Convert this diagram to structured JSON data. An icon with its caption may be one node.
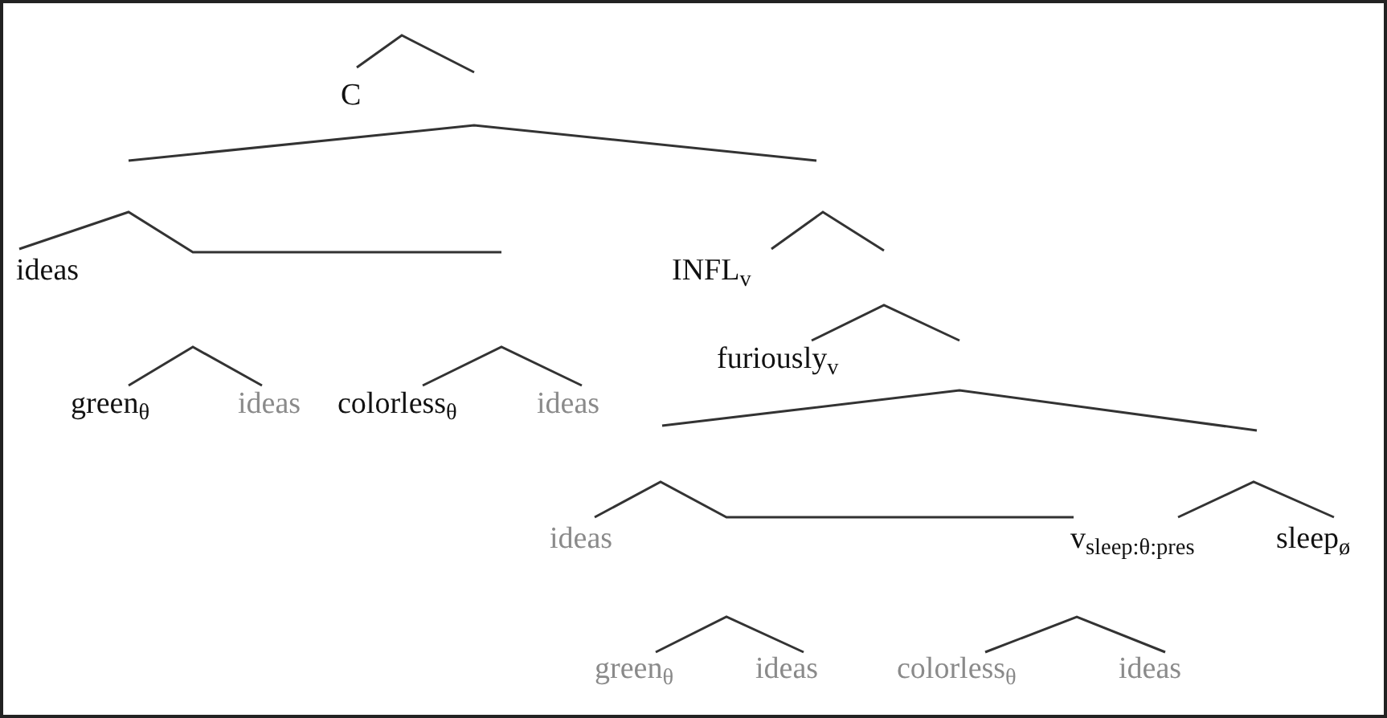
{
  "diagram": {
    "labels": [
      "C",
      "ideas",
      "INFL$_{v}$",
      "furiously$_{v}$",
      "green$_{θ}$",
      "ideas",
      "colorless$_{θ}$",
      "ideas",
      "ideas",
      "v$_{sleep:θ:pres}$",
      "sleep$_{ø}$",
      "green$_{θ}$",
      "ideas",
      "colorless$_{θ}$",
      "ideas"
    ]
  }
}
